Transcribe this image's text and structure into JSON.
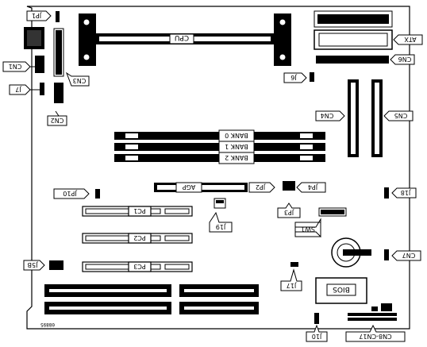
{
  "labels": {
    "jp1": "JP1",
    "cpu": "CPU",
    "atx": "ATX",
    "cn1": "CN1",
    "cn3": "CN3",
    "cn6": "CN6",
    "j6": "J6",
    "j7": "J7",
    "cn2": "CN2",
    "cn4": "CN4",
    "cn5": "CN5",
    "bank0": "BANK 0",
    "bank1": "BANK 1",
    "bank2": "BANK 2",
    "agp": "AGP",
    "jp2": "JP2",
    "jp4": "JP4",
    "jp10": "JP10",
    "j18": "J18",
    "jp3": "JP3",
    "pc1": "PC1",
    "j19": "J19",
    "sw1": "SW1",
    "pc2": "PC2",
    "pc3": "PC3",
    "j5b": "J5B",
    "cn7": "CN7",
    "j17": "J17",
    "bios": "BIOS",
    "j10": "J10",
    "cn8_cn17": "CN8-CN17",
    "board_code": "08895"
  },
  "colors": {
    "ink": "#000000",
    "paper": "#ffffff",
    "slot_shade": "#6b6b6b"
  }
}
